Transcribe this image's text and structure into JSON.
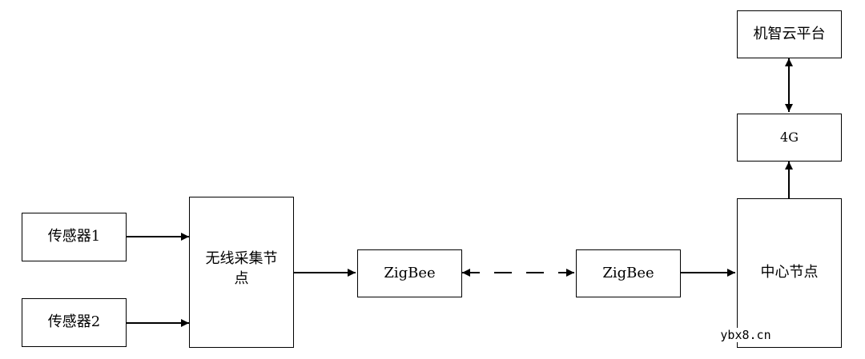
{
  "nodes": {
    "sensor1": "传感器1",
    "sensor2": "传感器2",
    "collector_line1": "无线采集节",
    "collector_line2": "点",
    "zigbee_left": "ZigBee",
    "zigbee_right": "ZigBee",
    "center": "中心节点",
    "g4": "4G",
    "cloud": "机智云平台"
  },
  "watermark": "ybx8.cn"
}
